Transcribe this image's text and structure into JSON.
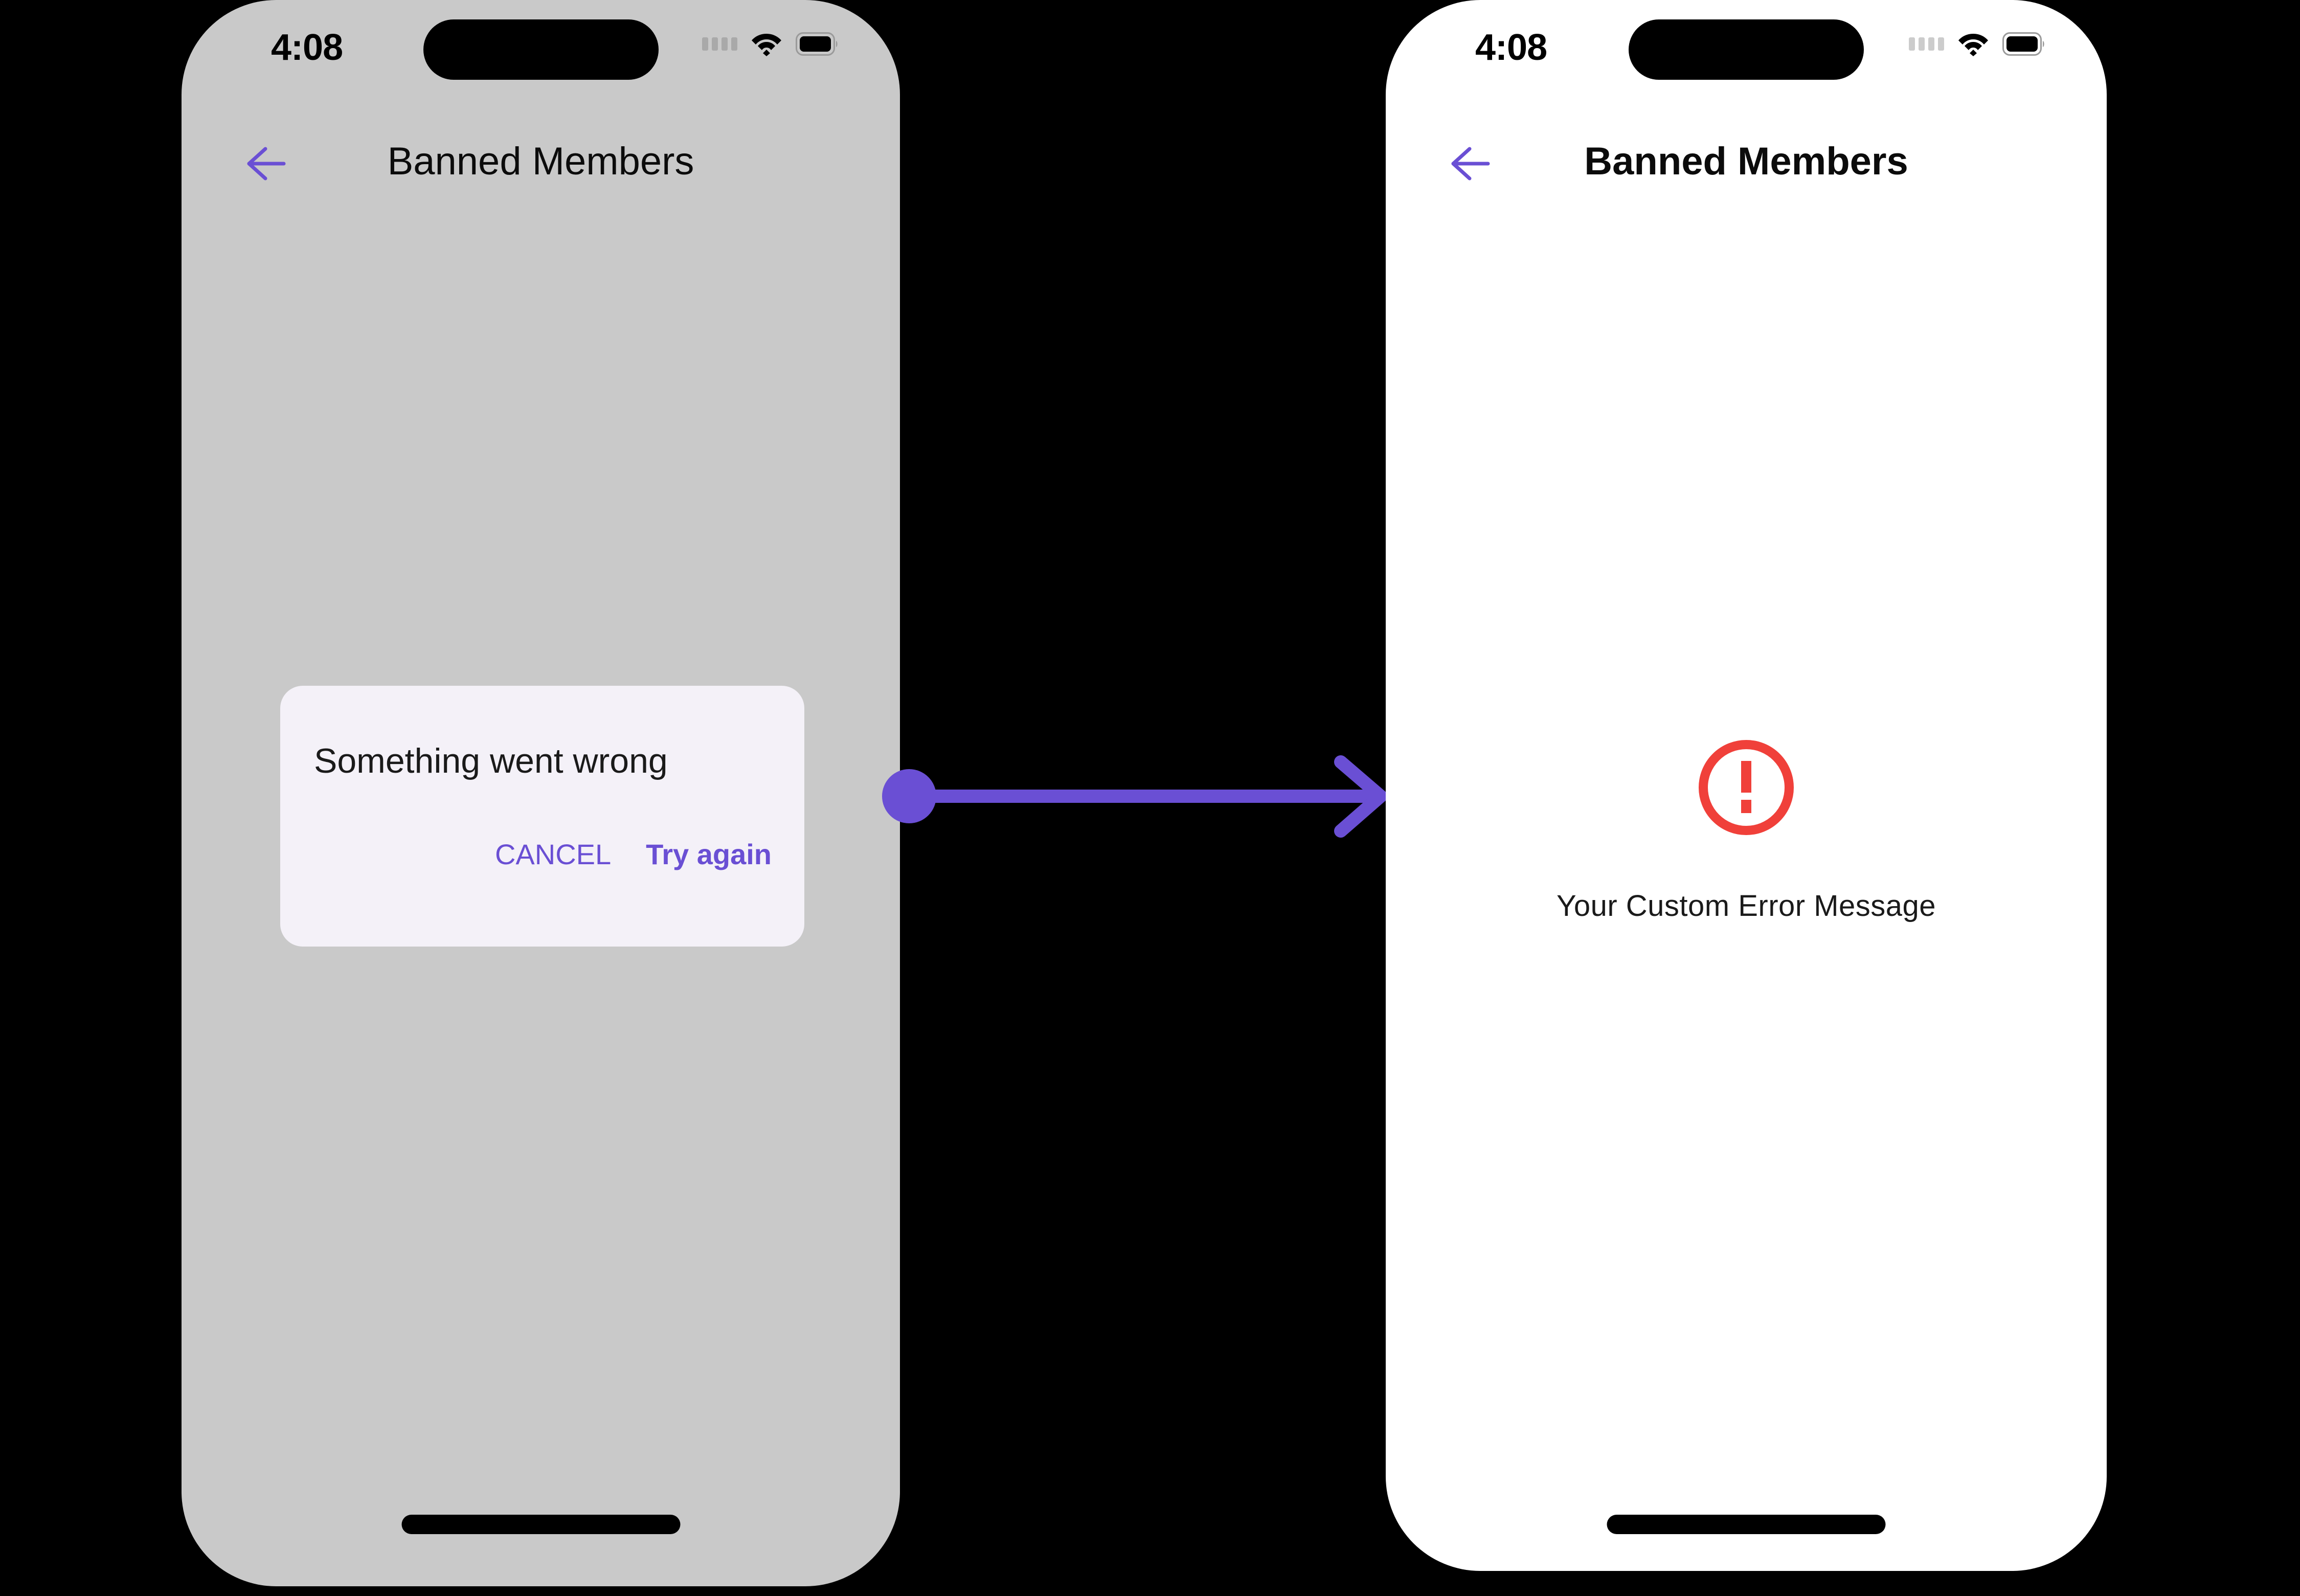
{
  "colors": {
    "accent_purple": "#6A4FD4",
    "error_red": "#F0403A",
    "scrim_gray": "#C9C9C9",
    "dialog_bg": "#F4F1F8",
    "page_bg": "#000000"
  },
  "screens": [
    {
      "id": "before",
      "background": "#C9C9C9",
      "status_bar": {
        "time": "4:08",
        "signal_icon": "signal-dots-icon",
        "wifi_icon": "wifi-icon",
        "battery_icon": "battery-icon"
      },
      "header": {
        "back_icon": "arrow-left-icon",
        "title": "Banned Members"
      },
      "dialog": {
        "title": "Something went wrong",
        "cancel_label": "CANCEL",
        "retry_label": "Try again"
      }
    },
    {
      "id": "after",
      "background": "#FFFFFF",
      "status_bar": {
        "time": "4:08",
        "signal_icon": "signal-dots-icon",
        "wifi_icon": "wifi-icon",
        "battery_icon": "battery-icon"
      },
      "header": {
        "back_icon": "arrow-left-icon",
        "title": "Banned Members"
      },
      "error_state": {
        "icon": "error-exclamation-circle-icon",
        "message": "Your Custom Error Message"
      }
    }
  ],
  "connector": {
    "icon": "arrow-right-connector-icon",
    "color": "#6A4FD4",
    "direction": "left-to-right"
  }
}
